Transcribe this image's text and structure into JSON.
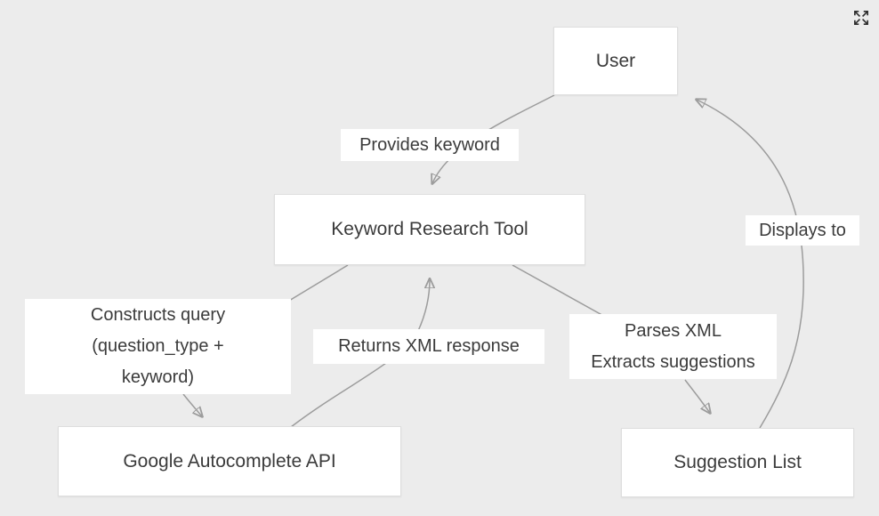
{
  "diagram": {
    "type": "flowchart",
    "background_color": "#ececec",
    "node_fill": "#ffffff",
    "node_border_color": "#dedede",
    "edge_color": "#9c9c9c",
    "text_color": "#3b3b3b",
    "nodes": [
      {
        "id": "user",
        "label": "User"
      },
      {
        "id": "keyword-research-tool",
        "label": "Keyword Research Tool"
      },
      {
        "id": "google-autocomplete-api",
        "label": "Google Autocomplete API"
      },
      {
        "id": "suggestion-list",
        "label": "Suggestion List"
      }
    ],
    "edges": [
      {
        "from": "user",
        "to": "keyword-research-tool",
        "label": "Provides keyword"
      },
      {
        "from": "keyword-research-tool",
        "to": "google-autocomplete-api",
        "label": "Constructs query\n(question_type +\nkeyword)"
      },
      {
        "from": "google-autocomplete-api",
        "to": "keyword-research-tool",
        "label": "Returns XML response"
      },
      {
        "from": "keyword-research-tool",
        "to": "suggestion-list",
        "label": "Parses XML\nExtracts suggestions"
      },
      {
        "from": "suggestion-list",
        "to": "user",
        "label": "Displays to"
      }
    ]
  },
  "controls": {
    "fullscreen_icon": "expand-arrows-icon"
  }
}
